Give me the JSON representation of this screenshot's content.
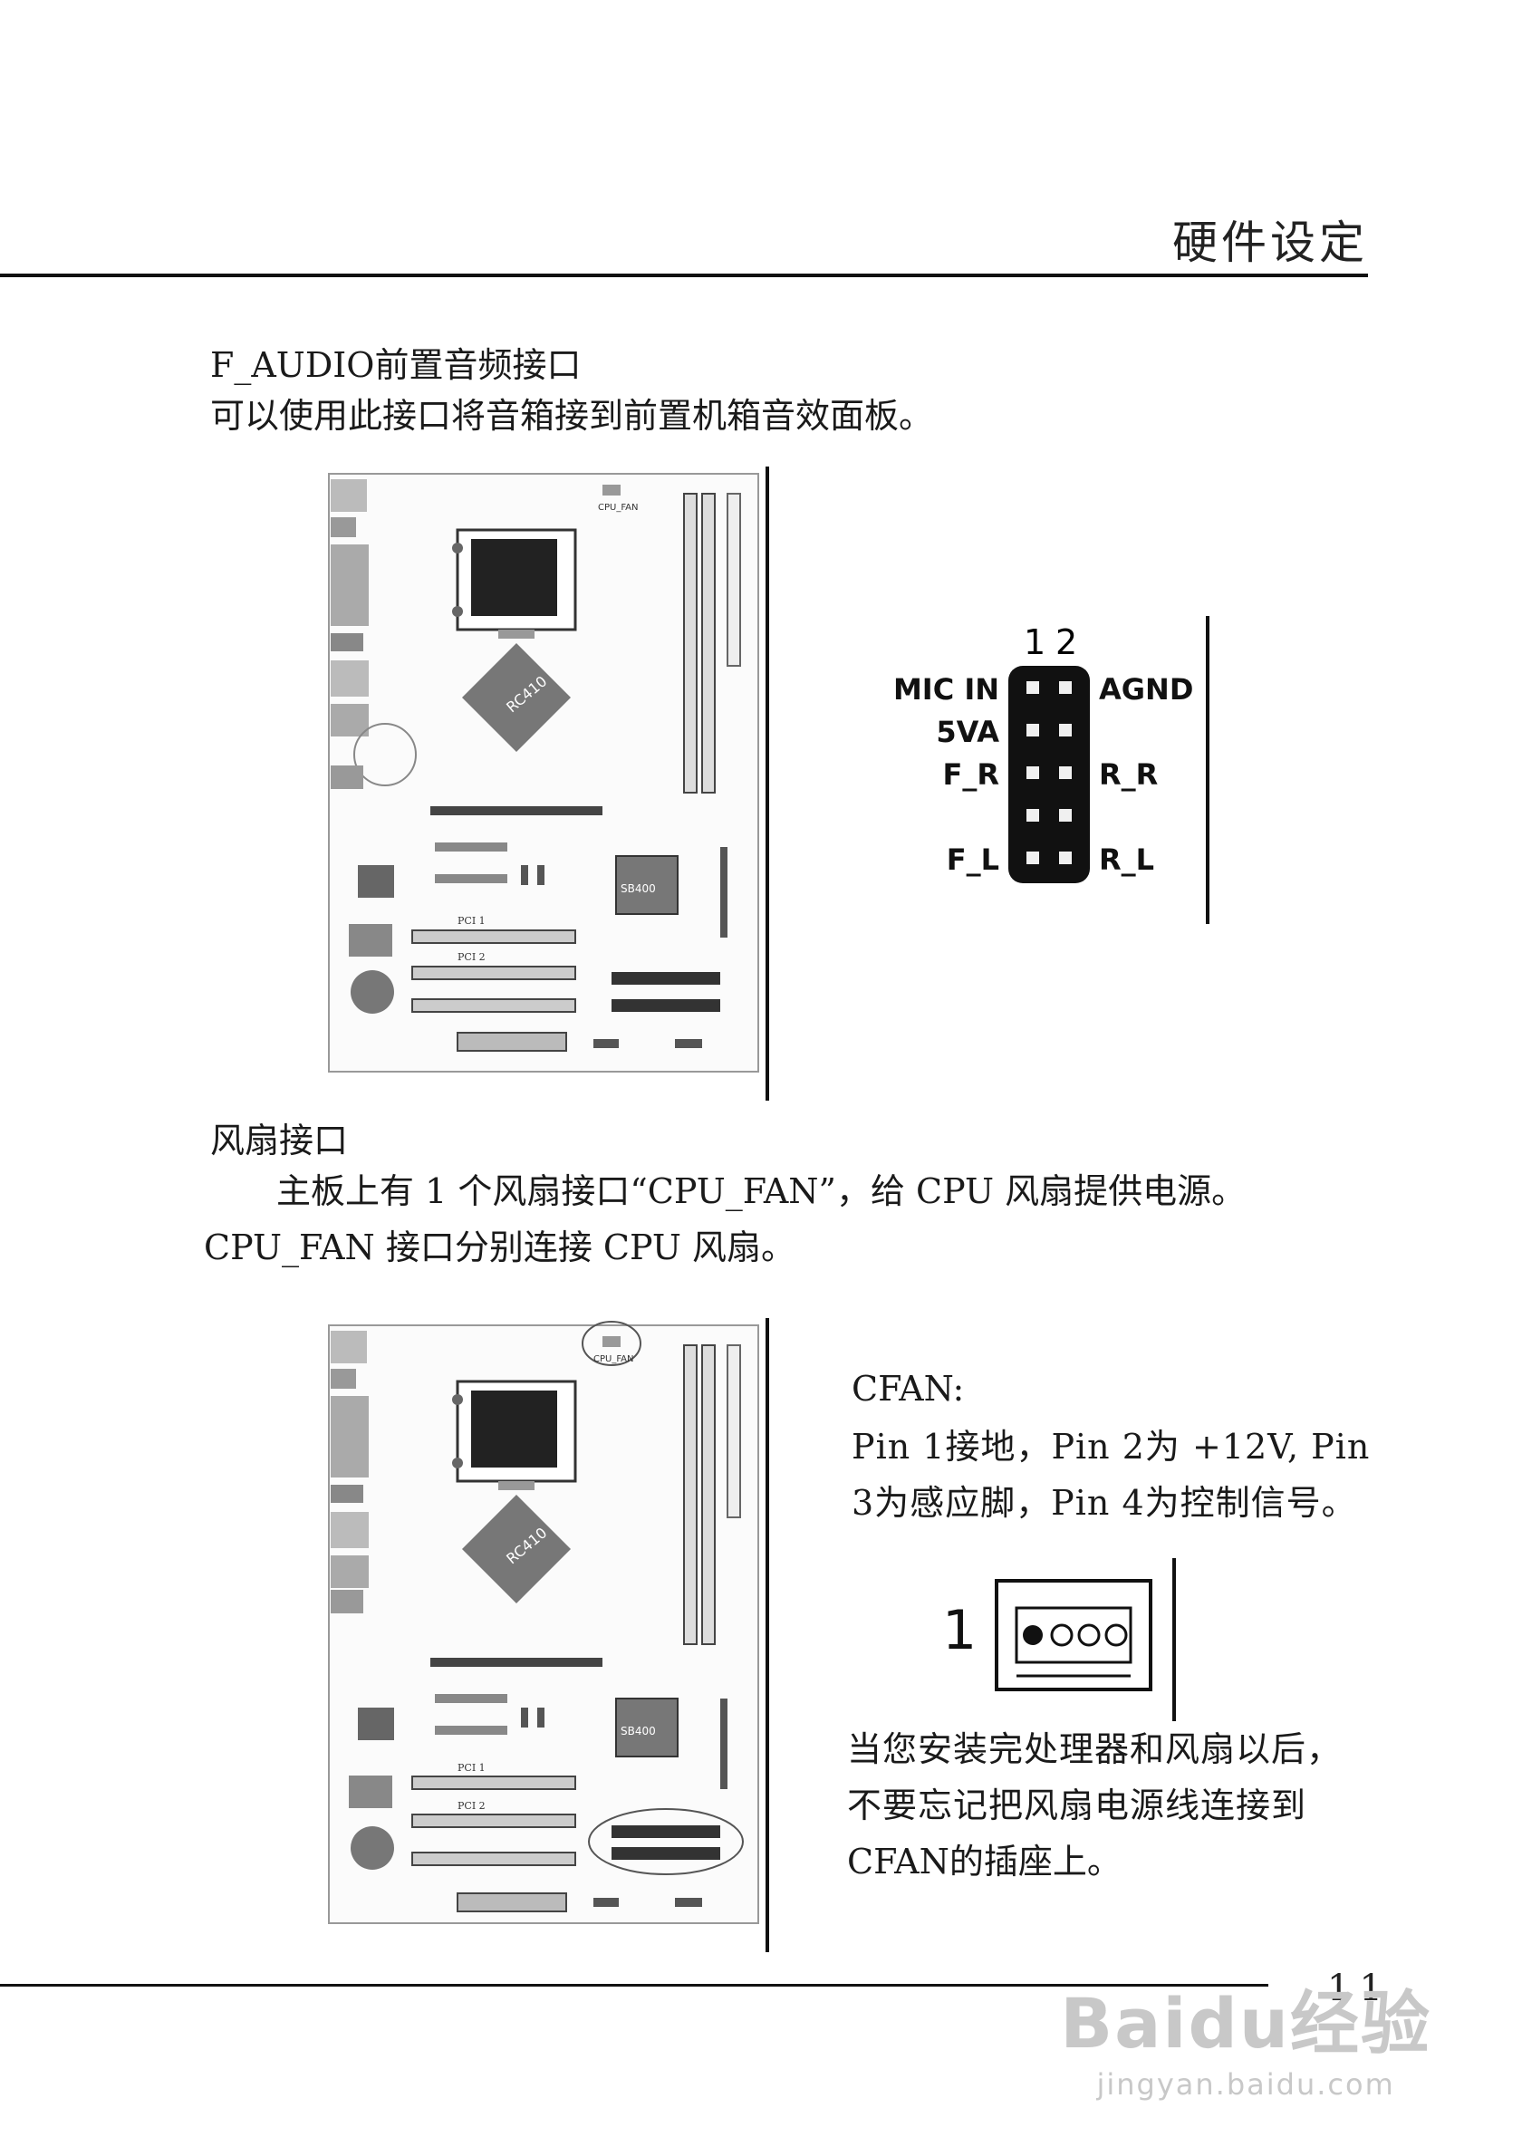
{
  "header": {
    "title": "硬件设定"
  },
  "audio_section": {
    "title": "F_AUDIO前置音频接口",
    "description": "可以使用此接口将音箱接到前置机箱音效面板。"
  },
  "audio_pinout": {
    "col_labels": [
      "1",
      "2"
    ],
    "rows": [
      {
        "left": "MIC IN",
        "right": "AGND",
        "pins": [
          true,
          true
        ]
      },
      {
        "left": "5VA",
        "right": "",
        "pins": [
          true,
          true
        ]
      },
      {
        "left": "F_R",
        "right": "R_R",
        "pins": [
          true,
          true
        ]
      },
      {
        "left": "",
        "right": "",
        "pins": [
          true,
          true
        ]
      },
      {
        "left": "F_L",
        "right": "R_L",
        "pins": [
          true,
          true
        ]
      }
    ]
  },
  "board1": {
    "chip_north": "RC410",
    "chip_south": "SB400",
    "label_cpu_fan": "CPU_FAN",
    "label_pci1": "PCI 1",
    "label_pci2": "PCI 2"
  },
  "fan_section": {
    "title": "风扇接口",
    "line1": "主板上有 1 个风扇接口“CPU_FAN”，给 CPU  风扇提供电源。",
    "line2": "CPU_FAN 接口分别连接 CPU 风扇。"
  },
  "board2": {
    "chip_north": "RC410",
    "chip_south": "SB400",
    "label_cpu_fan": "CPU_FAN",
    "label_pci1": "PCI 1",
    "label_pci2": "PCI 2"
  },
  "fan_info": {
    "label": "CFAN:",
    "desc1": "Pin  1接地，Pin  2为 +12V, Pin",
    "desc2": "3为感应脚，Pin  4为控制信号。",
    "pin_number": "1",
    "note1": "当您安装完处理器和风扇以后，",
    "note2": "不要忘记把风扇电源线连接到",
    "note3": "CFAN的插座上。"
  },
  "page_number": "11",
  "watermark": {
    "main": "Baidu经验",
    "sub": "jingyan.baidu.com"
  }
}
